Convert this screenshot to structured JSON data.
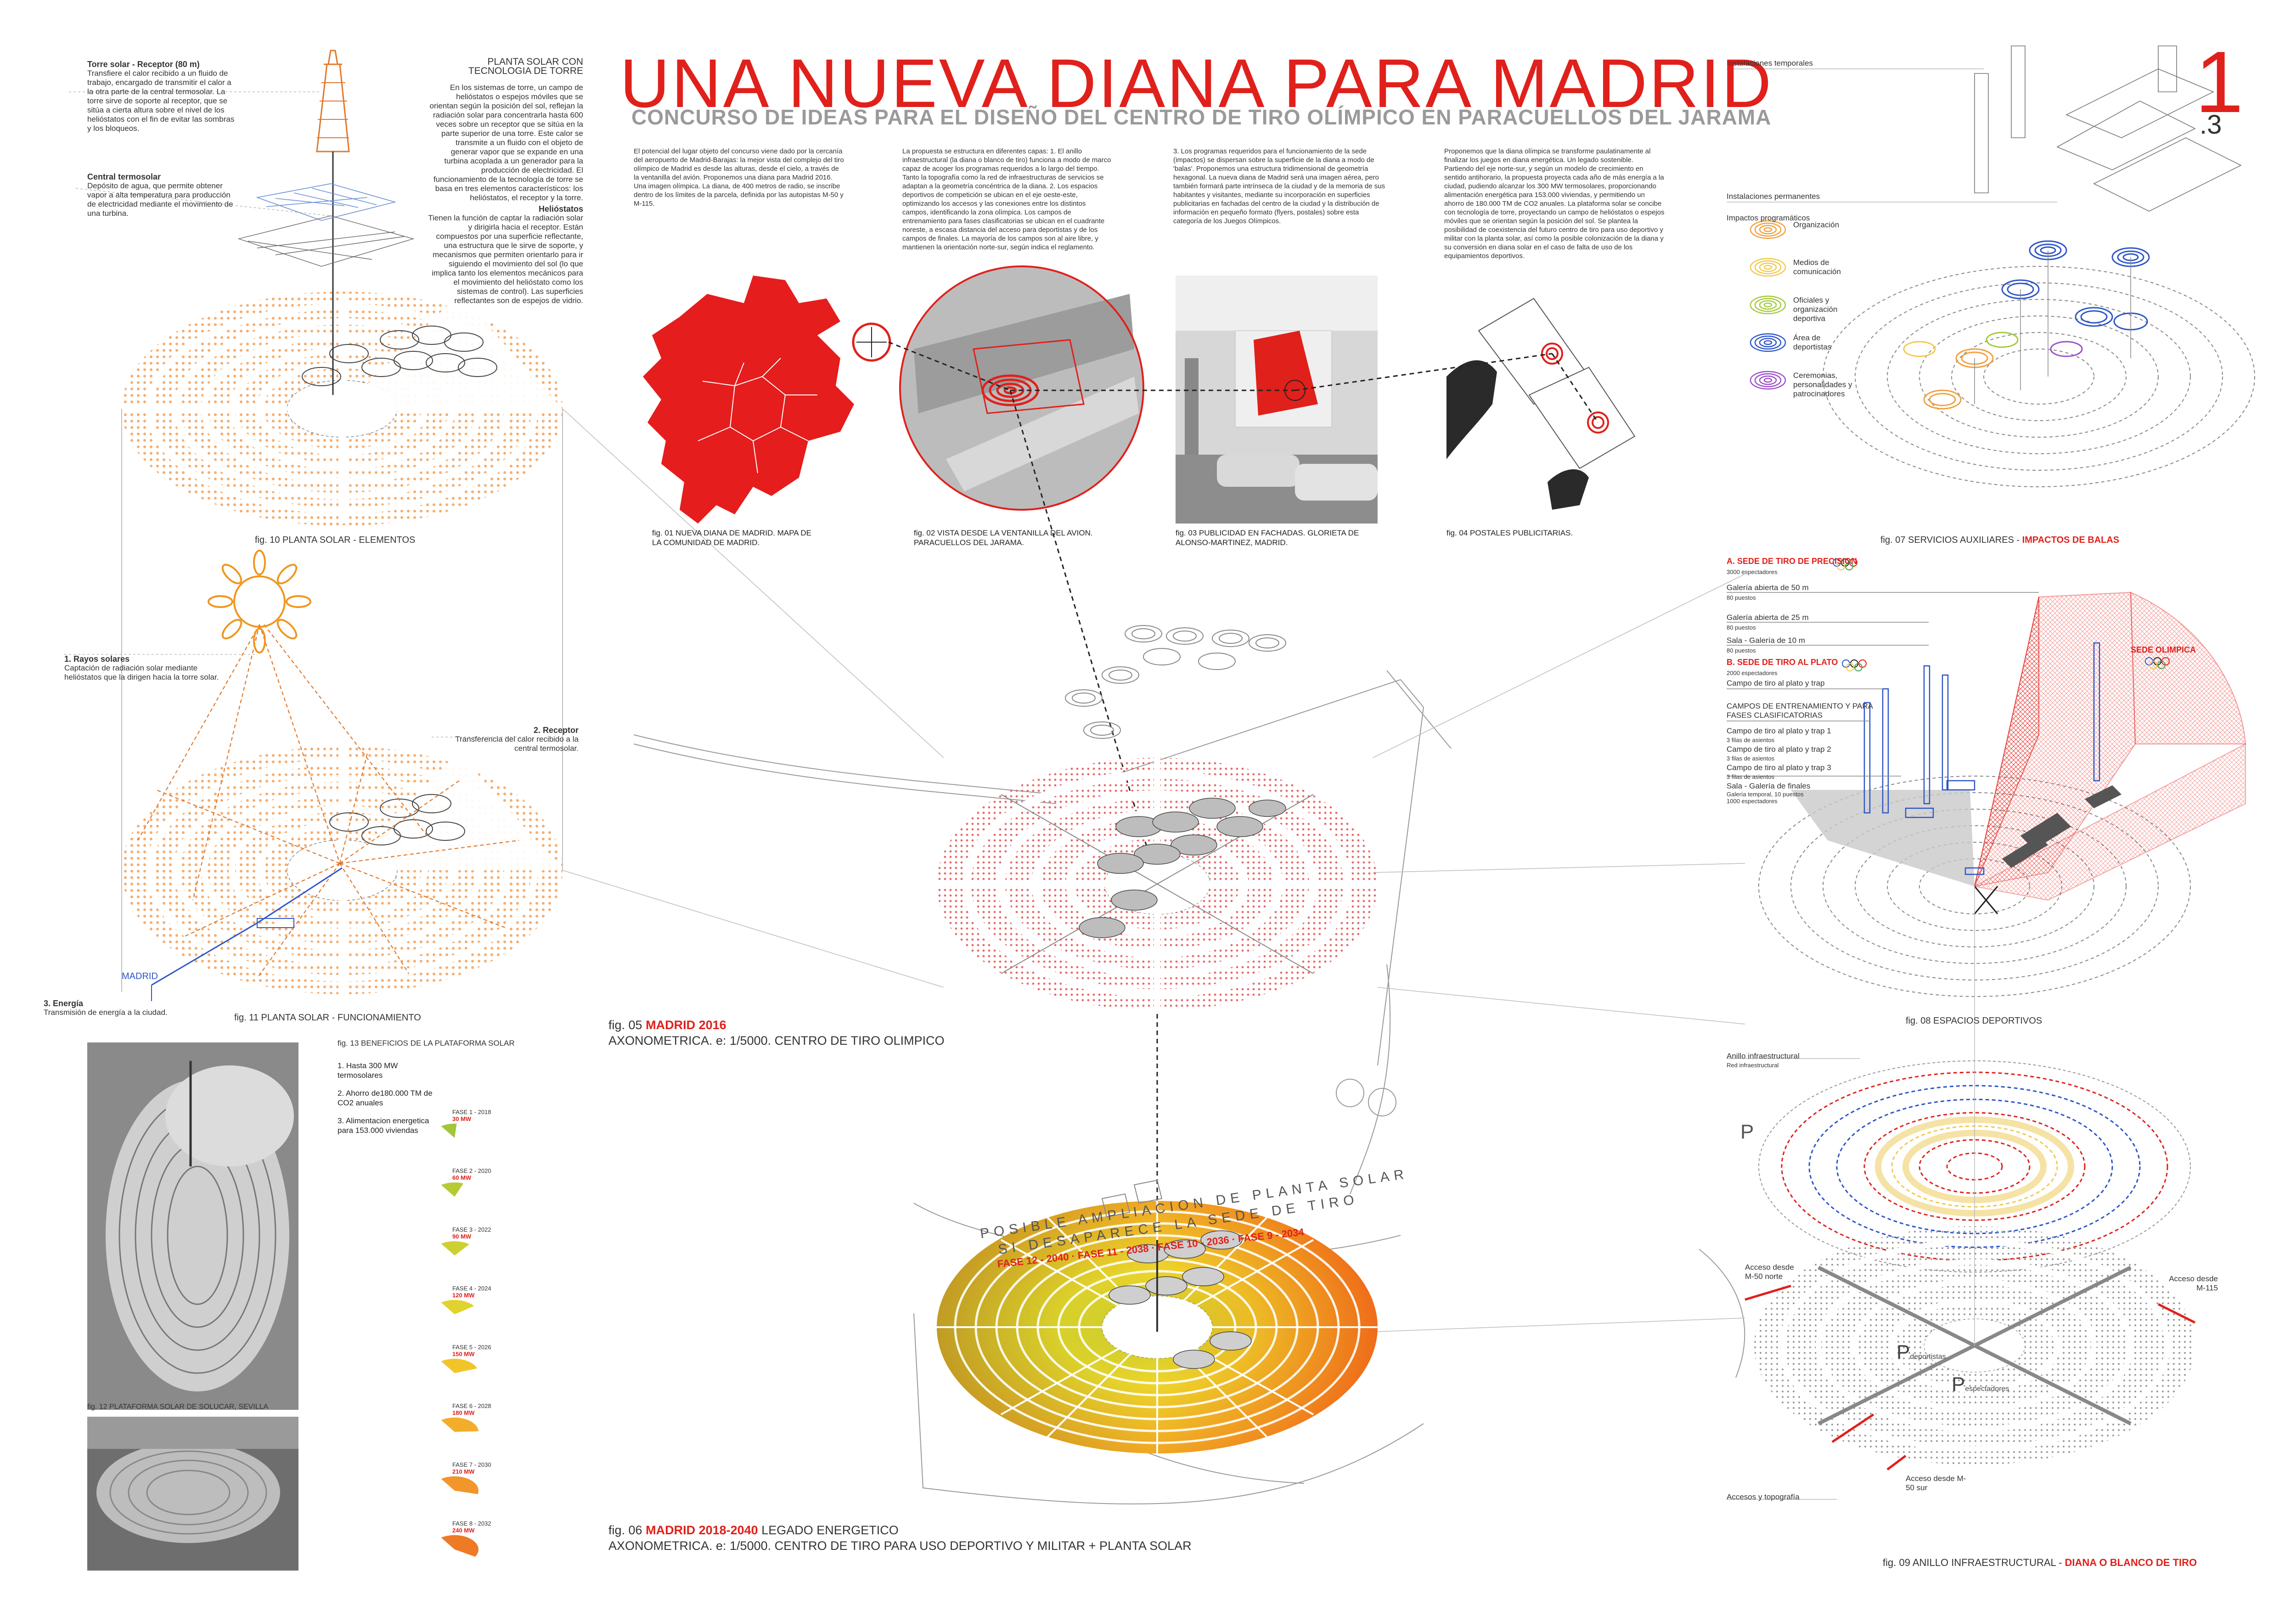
{
  "header": {
    "title": "UNA NUEVA DIANA PARA MADRID",
    "subtitle": "CONCURSO DE IDEAS PARA EL DISEÑO DEL CENTRO DE TIRO OLÍMPICO EN PARACUELLOS DEL JARAMA",
    "page_number": "1",
    "page_sub": ".3"
  },
  "left": {
    "torre_title": "Torre solar - Receptor (80 m)",
    "torre_text": "Transfiere el calor recibido a un fluido de trabajo, encargado de transmitir el calor a la otra parte de la central termosolar. La torre sirve de soporte al receptor, que se sitúa a cierta altura sobre el nivel de los helióstatos con el fin de evitar las sombras y los bloqueos.",
    "central_title": "Central termosolar",
    "central_text": "Depósito de agua, que permite obtener vapor a alta temperatura para producción de electricidad mediante el movimiento de una turbina.",
    "planta_title": "PLANTA SOLAR CON TECNOLOGIA DE TORRE",
    "planta_text": "En los sistemas de torre, un campo de helióstatos o espejos móviles que se orientan según la posición del sol, reflejan la radiación solar para concentrarla hasta 600 veces sobre un receptor que se sitúa en la parte superior de una torre. Este calor se transmite a un fluido con el objeto de generar vapor que se expande en una turbina acoplada a un generador para la producción de electricidad. El funcionamiento de la tecnología de torre se basa en tres elementos característicos: los helióstatos, el receptor y la torre.",
    "helio_title": "Helióstatos",
    "helio_text": "Tienen la función de captar la radiación solar y dirigirla hacia el receptor. Están compuestos por una superficie reflectante, una estructura que le sirve de soporte, y mecanismos que permiten orientarlo para ir siguiendo el movimiento del sol (lo que implica tanto los elementos mecánicos para el movimiento del helióstato como los sistemas de control). Las superficies reflectantes son de espejos de vidrio.",
    "fig10": "fig. 10 PLANTA SOLAR - ELEMENTOS",
    "rayos_title": "1. Rayos solares",
    "rayos_text": "Captación de radiación solar mediante helióstatos que la dirigen hacia la torre solar.",
    "receptor_title": "2. Receptor",
    "receptor_text": "Transferencia del calor recibido a la central termosolar.",
    "madrid_label": "MADRID",
    "energia_title": "3. Energía",
    "energia_text": "Transmisión de energía a la ciudad.",
    "fig11": "fig. 11 PLANTA SOLAR - FUNCIONAMIENTO",
    "fig12": "fig. 12 PLATAFORMA SOLAR DE SOLUCAR, SEVILLA",
    "fig13": "fig. 13 BENEFICIOS DE LA PLATAFORMA SOLAR",
    "benef": [
      "1. Hasta 300 MW termosolares",
      "2. Ahorro de180.000 TM de CO2 anuales",
      "3. Alimentacion energetica para 153.000 viviendas"
    ],
    "fases": [
      {
        "label": "FASE 1 - 2018",
        "mw": "30 MW"
      },
      {
        "label": "FASE 2 - 2020",
        "mw": "60 MW"
      },
      {
        "label": "FASE 3 - 2022",
        "mw": "90 MW"
      },
      {
        "label": "FASE 4 - 2024",
        "mw": "120 MW"
      },
      {
        "label": "FASE 5 - 2026",
        "mw": "150 MW"
      },
      {
        "label": "FASE 6 - 2028",
        "mw": "180 MW"
      },
      {
        "label": "FASE 7 - 2030",
        "mw": "210 MW"
      },
      {
        "label": "FASE 8 - 2032",
        "mw": "240 MW"
      }
    ]
  },
  "center": {
    "col1": "El potencial del lugar objeto del concurso viene dado por la cercanía del aeropuerto de Madrid-Barajas: la mejor vista del complejo del tiro olímpico de Madrid es desde las alturas, desde el cielo, a través de la ventanilla del avión. Proponemos una diana para Madrid 2016. Una imagen olímpica. La diana, de 400 metros de radio, se inscribe dentro de los límites de la parcela, definida por las autopistas M-50 y M-115.",
    "col2": "La propuesta se estructura en diferentes capas: 1. El anillo infraestructural (la diana o blanco de tiro) funciona a modo de marco capaz de acoger los programas requeridos a lo largo del tiempo. Tanto la topografía como la red de infraestructuras de servicios se adaptan a la geometría concéntrica de la diana. 2. Los espacios deportivos de competición se ubican en el eje oeste-este, optimizando los accesos y las conexiones entre los distintos campos, identificando la zona olímpica. Los campos de entrenamiento para fases clasificatorias se ubican en el cuadrante noreste, a escasa distancia del acceso para deportistas y de los campos de finales. La mayoría de los campos son al aire libre, y mantienen la orientación norte-sur, según indica el reglamento.",
    "col3": "3. Los programas requeridos para el funcionamiento de la sede (impactos) se dispersan sobre la superficie de la diana a modo de 'balas'. Proponemos una estructura tridimensional de geometría hexagonal. La nueva diana de Madrid será una imagen aérea, pero también formará parte intrínseca de la ciudad y de la memoria de sus habitantes y visitantes, mediante su incorporación en superficies publicitarias en fachadas del centro de la ciudad y la distribución de información en pequeño formato (flyers, postales) sobre esta categoría de los Juegos Olímpicos.",
    "col4": "Proponemos que la diana olímpica se transforme paulatinamente al finalizar los juegos en diana energética. Un legado sostenible. Partiendo del eje norte-sur, y según un modelo de crecimiento en sentido antihorario, la propuesta proyecta cada año de más energía a la ciudad, pudiendo alcanzar los 300 MW termosolares, proporcionando alimentación energética para 153.000 viviendas, y permitiendo un ahorro de 180.000 TM de CO2 anuales. La plataforma solar se concibe con tecnología de torre, proyectando un campo de helióstatos o espejos móviles que se orientan según la posición del sol. Se plantea la posibilidad de coexistencia del futuro centro de tiro para uso deportivo y militar con la planta solar, así como la posible colonización de la diana y su conversión en diana solar en el caso de falta de uso de los equipamientos deportivos.",
    "fig01": "fig. 01 NUEVA DIANA DE MADRID. MAPA DE LA COMUNIDAD DE MADRID.",
    "fig02": "fig. 02 VISTA DESDE LA VENTANILLA DEL AVION. PARACUELLOS DEL JARAMA.",
    "fig03": "fig. 03 PUBLICIDAD EN FACHADAS. GLORIETA DE ALONSO-MARTINEZ, MADRID.",
    "fig04": "fig. 04 POSTALES PUBLICITARIAS.",
    "fig05_a": "fig. 05",
    "fig05_b": "MADRID 2016",
    "fig05_c": "AXONOMETRICA. e: 1/5000. CENTRO DE TIRO OLIMPICO",
    "fig06_a": "fig. 06",
    "fig06_b": "MADRID 2018-2040",
    "fig06_c": "LEGADO ENERGETICO",
    "fig06_d": "AXONOMETRICA. e: 1/5000. CENTRO DE TIRO PARA USO DEPORTIVO Y MILITAR + PLANTA SOLAR",
    "arc1": "POSIBLE AMPLIACION DE PLANTA SOLAR",
    "arc2": "SI DESAPARECE LA SEDE DE TIRO",
    "arc_fases": "FASE 12 - 2040   ·   FASE 11 - 2038   ·   FASE 10 - 2036   ·   FASE 9 - 2034"
  },
  "right": {
    "inst_temp": "Instalaciones temporales",
    "inst_perm": "Instalaciones permanentes",
    "impactos": "Impactos programáticos",
    "legend": [
      {
        "text": "Organización",
        "color": "#f2a03d"
      },
      {
        "text": "Medios de comunicación",
        "color": "#f2c94c"
      },
      {
        "text": "Oficiales y organización deportiva",
        "color": "#a5c83a"
      },
      {
        "text": "Área de deportistas",
        "color": "#2d55c8"
      },
      {
        "text": "Ceremonias, personalidades y patrocinadores",
        "color": "#9b4fc9"
      }
    ],
    "fig07_a": "fig. 07 SERVICIOS AUXILIARES - ",
    "fig07_b": "IMPACTOS DE BALAS",
    "sedeA": "A. SEDE DE TIRO DE PRECISION",
    "sedeA_sub": "3000 espectadores",
    "galeria50": "Galería abierta de 50 m",
    "galeria50_s": "80 puestos",
    "galeria25": "Galería abierta de 25 m",
    "galeria25_s": "80 puestos",
    "sala10": "Sala - Galería de 10 m",
    "sala10_s": "80 puestos",
    "sedeB": "B. SEDE DE TIRO AL PLATO",
    "sedeB_sub": "2000 espectadores",
    "campo_plato": "Campo de tiro al plato y trap",
    "campos_ent": "CAMPOS DE ENTRENAMIENTO Y PARA FASES CLASIFICATORIAS",
    "campo1": "Campo de tiro al plato y trap 1",
    "campo1_s": "3 filas de asientos",
    "campo2": "Campo de tiro al plato y trap 2",
    "campo2_s": "3 filas de asientos",
    "campo3": "Campo de tiro al plato y trap 3",
    "campo3_s": "3 filas de asientos",
    "sala_finales": "Sala - Galería de finales",
    "sala_finales_s": "Galería temporal, 10 puestos 1000 espectadores",
    "sede_olimpica": "SEDE OLIMPICA",
    "fig08": "fig. 08 ESPACIOS DEPORTIVOS",
    "anillo": "Anillo infraestructural",
    "red_infra": "Red infraestructural",
    "p_label": "P",
    "acceso_m50n": "Acceso desde M-50 norte",
    "acceso_m115": "Acceso desde M-115",
    "acceso_m50s": "Acceso desde M-50 sur",
    "p_dep": "deportistas",
    "p_esp": "espectadores",
    "accesos_topo": "Accesos y topografía",
    "fig09_a": "fig. 09 ANILLO INFRAESTRUCTURAL - ",
    "fig09_b": "DIANA O BLANCO DE TIRO"
  },
  "colors": {
    "accent": "#e0201b",
    "orange": "#f6ad6e",
    "grey": "#9a9a9a"
  }
}
